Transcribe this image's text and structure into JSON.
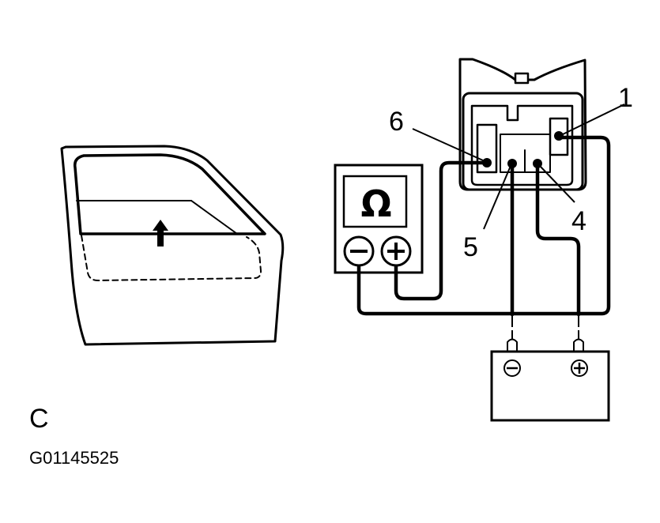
{
  "meter": {
    "symbol": "Ω",
    "minus": "−",
    "plus": "+"
  },
  "battery": {
    "minus": "⊖",
    "plus": "⊕"
  },
  "terminals": {
    "t1": "1",
    "t4": "4",
    "t5": "5",
    "t6": "6"
  },
  "figure": {
    "letter": "C",
    "code": "G01145525"
  }
}
